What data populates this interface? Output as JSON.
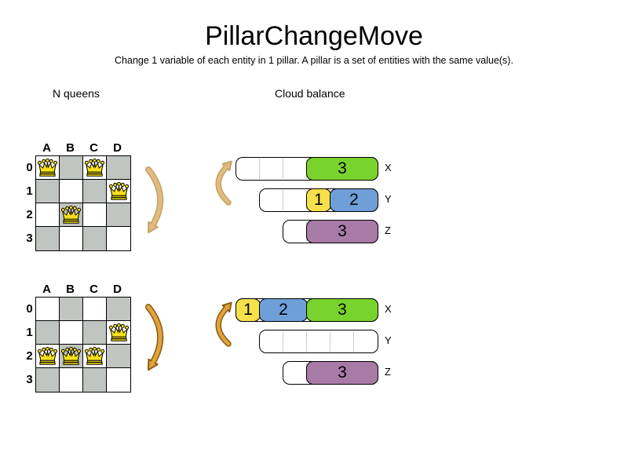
{
  "title": "PillarChangeMove",
  "subtitle": "Change 1 variable of each entity in 1 pillar. A pillar is a set of entities with the same value(s).",
  "sections": {
    "nqueens_label": "N queens",
    "cloud_label": "Cloud balance"
  },
  "colors": {
    "board_gray": "#c1c5c1",
    "board_white": "#ffffff",
    "green": "#79d32c",
    "yellow": "#f6e04b",
    "blue": "#6f9fd8",
    "purple": "#a87ba6",
    "arrow_light": "#e0bc82",
    "arrow_light_outline": "#c7a162",
    "arrow_dark": "#e0a33c",
    "arrow_dark_outline": "#8a5c14",
    "queen_yellow": "#f8e01c"
  },
  "icons": {
    "queen": "queen-crown-icon",
    "nqueens_move": "curved-arrow-down-icon",
    "cloud_move": "curved-arrow-up-icon"
  },
  "boards": [
    {
      "state": "before",
      "columns": [
        "A",
        "B",
        "C",
        "D"
      ],
      "rows": [
        "0",
        "1",
        "2",
        "3"
      ],
      "queens": [
        [
          0,
          0
        ],
        [
          2,
          0
        ],
        [
          3,
          1
        ],
        [
          1,
          2
        ]
      ]
    },
    {
      "state": "after",
      "columns": [
        "A",
        "B",
        "C",
        "D"
      ],
      "rows": [
        "0",
        "1",
        "2",
        "3"
      ],
      "queens": [
        [
          3,
          1
        ],
        [
          0,
          2
        ],
        [
          1,
          2
        ],
        [
          2,
          2
        ]
      ]
    }
  ],
  "bar_groups": [
    {
      "state": "before",
      "bars": [
        {
          "label": "X",
          "units": 6,
          "blocks": [
            {
              "value": "3",
              "color": "green",
              "start": 3,
              "span": 3
            }
          ]
        },
        {
          "label": "Y",
          "units": 5,
          "blocks": [
            {
              "value": "1",
              "color": "yellow",
              "start": 2,
              "span": 1
            },
            {
              "value": "2",
              "color": "blue",
              "start": 3,
              "span": 2
            }
          ]
        },
        {
          "label": "Z",
          "units": 4,
          "blocks": [
            {
              "value": "3",
              "color": "purple",
              "start": 1,
              "span": 3
            }
          ]
        }
      ]
    },
    {
      "state": "after",
      "bars": [
        {
          "label": "X",
          "units": 6,
          "blocks": [
            {
              "value": "1",
              "color": "yellow",
              "start": 0,
              "span": 1
            },
            {
              "value": "2",
              "color": "blue",
              "start": 1,
              "span": 2
            },
            {
              "value": "3",
              "color": "green",
              "start": 3,
              "span": 3
            }
          ]
        },
        {
          "label": "Y",
          "units": 5,
          "blocks": []
        },
        {
          "label": "Z",
          "units": 4,
          "blocks": [
            {
              "value": "3",
              "color": "purple",
              "start": 1,
              "span": 3
            }
          ]
        }
      ]
    }
  ]
}
